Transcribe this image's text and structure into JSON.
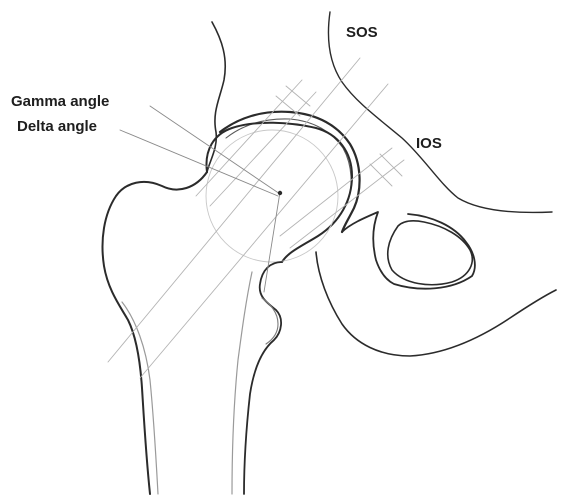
{
  "labels": {
    "gamma_angle": "Gamma angle",
    "delta_angle": "Delta angle",
    "sos": "SOS",
    "ios": "IOS"
  },
  "colors": {
    "outline": "#2b2b2b",
    "bone_edge": "#9a9a9a",
    "guide_line": "#b4b4b4",
    "label_text": "#1e1e1e",
    "background": "#ffffff"
  }
}
